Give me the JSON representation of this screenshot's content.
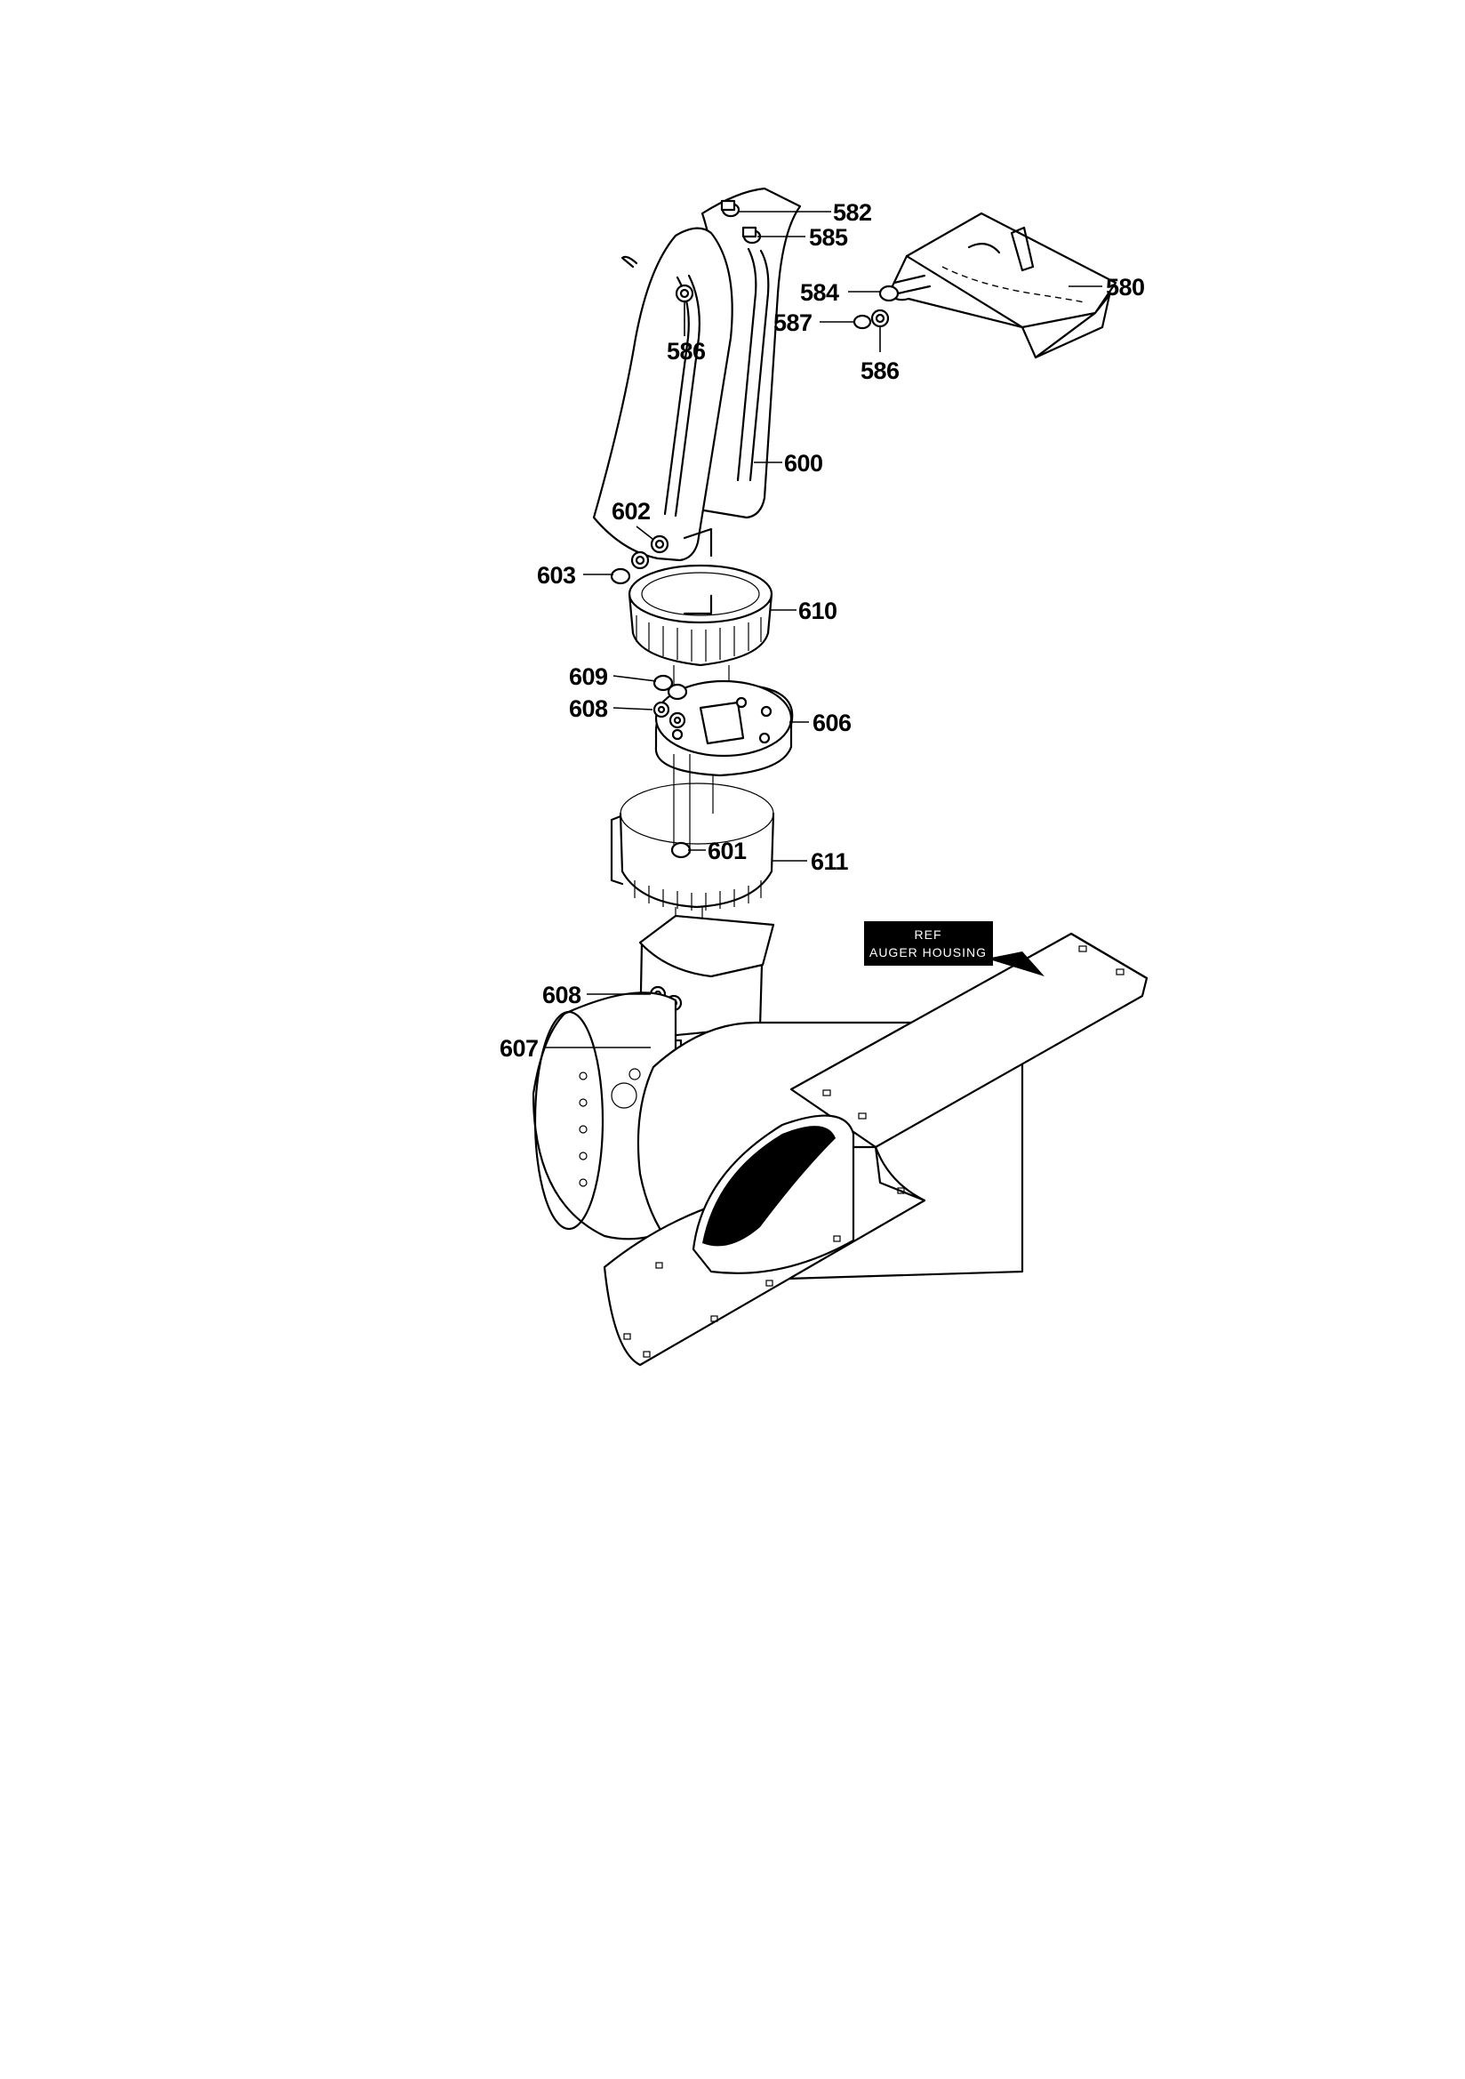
{
  "labels": {
    "p580": "580",
    "p582": "582",
    "p584": "584",
    "p585": "585",
    "p586a": "586",
    "p586b": "586",
    "p587": "587",
    "p600": "600",
    "p601": "601",
    "p602": "602",
    "p603": "603",
    "p606": "606",
    "p607": "607",
    "p608a": "608",
    "p608b": "608",
    "p609": "609",
    "p610": "610",
    "p611": "611"
  },
  "ref_box": {
    "line1": "REF",
    "line2": "AUGER HOUSING"
  }
}
